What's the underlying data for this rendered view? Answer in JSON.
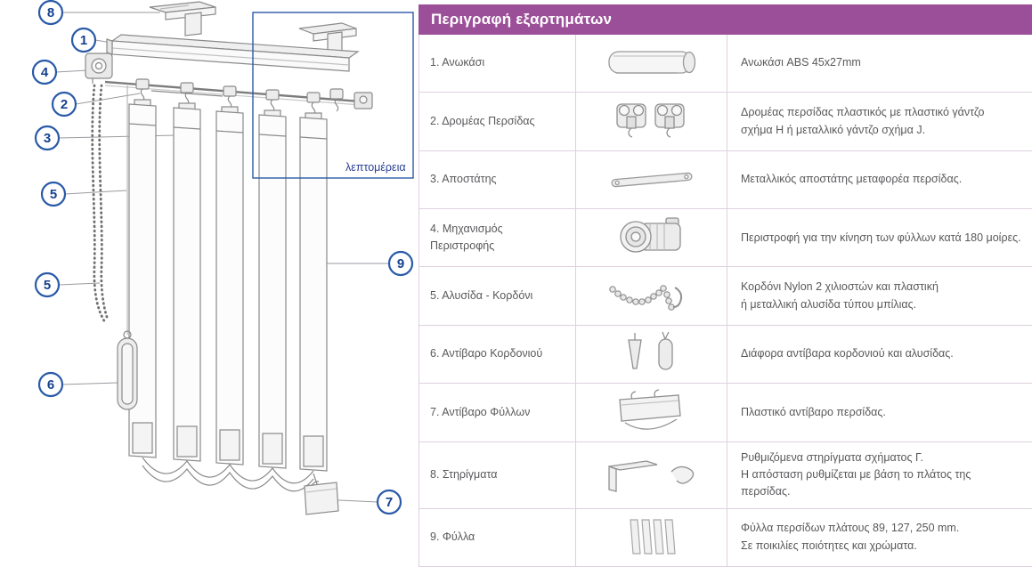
{
  "diagram": {
    "detail_label": "λεπτομέρεια",
    "callouts": [
      "8",
      "1",
      "4",
      "2",
      "3",
      "5",
      "5",
      "6",
      "9",
      "7"
    ]
  },
  "table": {
    "title": "Περιγραφή εξαρτημάτων",
    "rows": [
      {
        "name": "1. Ανωκάσι",
        "icon": "rail-profile-icon",
        "desc": "Ανωκάσι ABS 45x27mm"
      },
      {
        "name": "2. Δρομέας Περσίδας",
        "icon": "carrier-icon",
        "desc": "Δρομέας περσίδας πλαστικός με πλαστικό γάντζο\nσχήμα H ή μεταλλικό γάντζο σχήμα J."
      },
      {
        "name": "3. Αποστάτης",
        "icon": "spacer-icon",
        "desc": "Μεταλλικός αποστάτης μεταφορέα περσίδας."
      },
      {
        "name": "4. Μηχανισμός\nΠεριστροφής",
        "icon": "rotation-mechanism-icon",
        "desc": "Περιστροφή για την κίνηση των φύλλων κατά 180 μοίρες."
      },
      {
        "name": "5. Αλυσίδα - Κορδόνι",
        "icon": "chain-cord-icon",
        "desc": "Κορδόνι Nylon 2 χιλιοστών και πλαστική\nή μεταλλική αλυσίδα τύπου μπίλιας."
      },
      {
        "name": "6. Αντίβαρο Κορδονιού",
        "icon": "cord-weight-icon",
        "desc": "Διάφορα αντίβαρα κορδονιού και αλυσίδας."
      },
      {
        "name": "7. Αντίβαρο Φύλλων",
        "icon": "slat-weight-icon",
        "desc": "Πλαστικό αντίβαρο περσίδας."
      },
      {
        "name": "8. Στηρίγματα",
        "icon": "bracket-icon",
        "desc": "Ρυθμιζόμενα στηρίγματα σχήματος Γ.\nΗ απόσταση ρυθμίζεται με βάση το πλάτος της περσίδας."
      },
      {
        "name": "9. Φύλλα",
        "icon": "slats-icon",
        "desc": "Φύλλα περσίδων πλάτους 89, 127, 250 mm.\nΣε ποικιλίες ποιότητες και χρώματα."
      }
    ]
  },
  "colors": {
    "header_bg": "#9C4F99",
    "table_border": "#DFD0DF",
    "callout_stroke": "#2A5AA8",
    "callout_number": "#15418F",
    "detail_label": "#2A3F93"
  }
}
